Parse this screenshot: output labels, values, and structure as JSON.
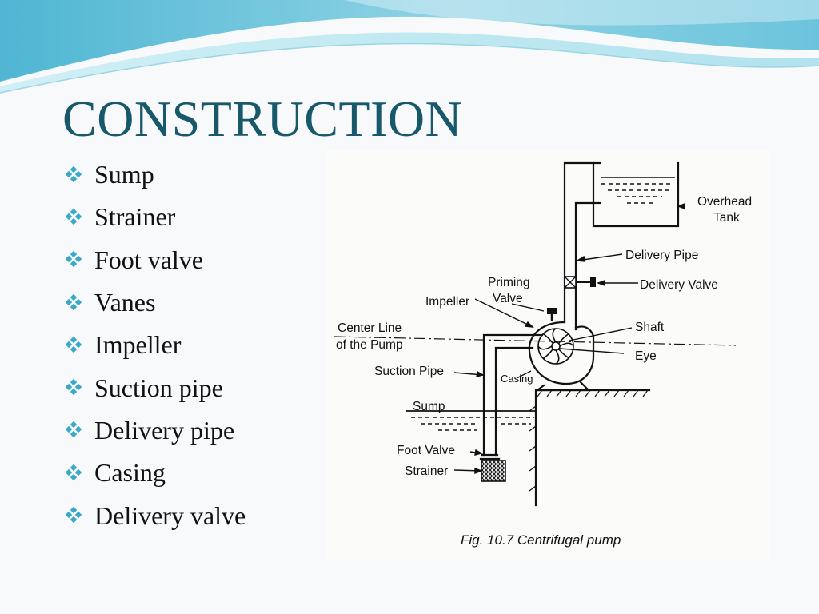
{
  "slide": {
    "title": "CONSTRUCTION",
    "accent_color": "#17596b",
    "bullet_color": "#3aa9c8",
    "bullet_icon": "four-diamond-bullet-icon",
    "bullets": [
      "Sump",
      "Strainer",
      "Foot valve",
      "Vanes",
      "Impeller",
      "Suction pipe",
      "Delivery pipe",
      "Casing",
      "Delivery valve"
    ]
  },
  "figure": {
    "labels": {
      "overhead_tank_1": "Overhead",
      "overhead_tank_2": "Tank",
      "delivery_pipe": "Delivery Pipe",
      "delivery_valve": "Delivery Valve",
      "priming_valve_1": "Priming",
      "priming_valve_2": "Valve",
      "impeller": "Impeller",
      "shaft": "Shaft",
      "center_line_1": "Center Line",
      "center_line_2": "of the Pump",
      "eye": "Eye",
      "suction_pipe": "Suction Pipe",
      "casing": "Casing",
      "sump": "Sump",
      "foot_valve": "Foot Valve",
      "strainer": "Strainer"
    },
    "caption": "Fig. 10.7  Centrifugal pump"
  }
}
